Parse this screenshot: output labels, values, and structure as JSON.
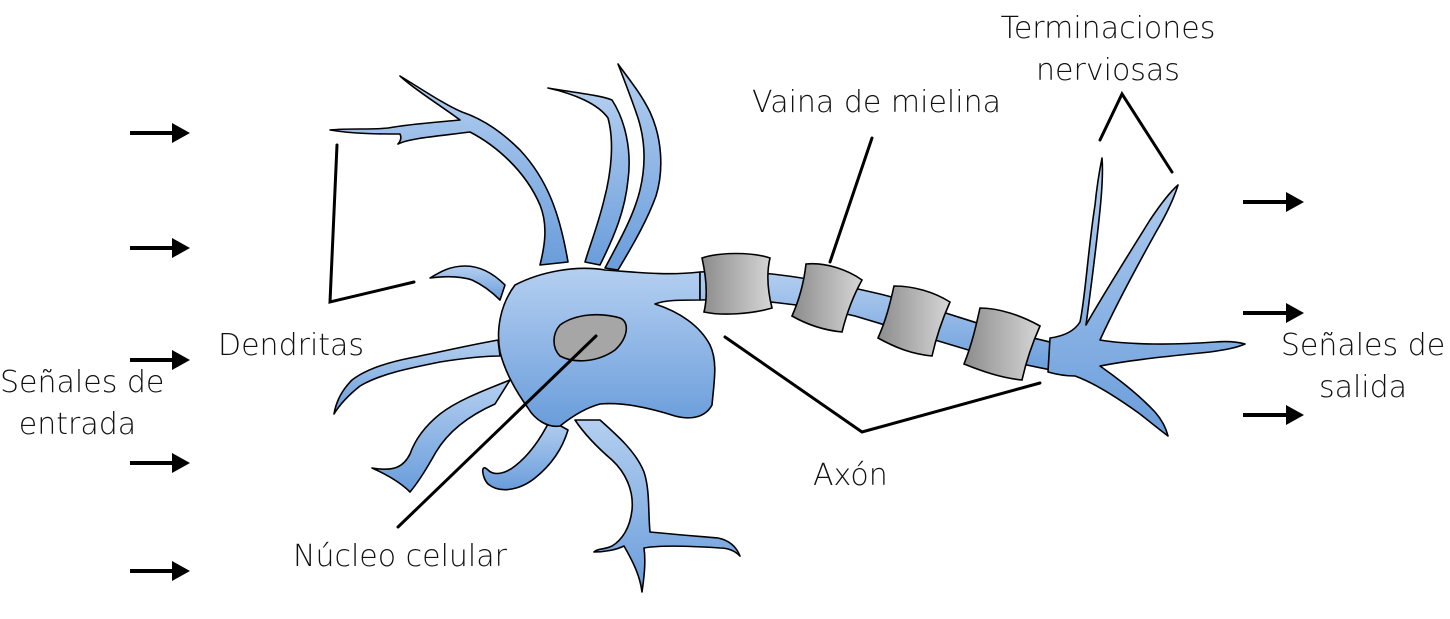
{
  "labels": {
    "input_signals": [
      "Señales de",
      "entrada"
    ],
    "output_signals": [
      "Señales de",
      "salida"
    ],
    "dendrites": "Dendritas",
    "nucleus": "Núcleo celular",
    "axon": "Axón",
    "myelin": "Vaina de mielina",
    "terminals": [
      "Terminaciones",
      "nerviosas"
    ]
  },
  "colors": {
    "cell_fill_light": "#a9c8ec",
    "cell_fill_dark": "#6d9fdc",
    "cell_stroke": "#000000",
    "myelin_light": "#cfcfcf",
    "myelin_dark": "#8a8a8a",
    "nucleus_fill": "#a6a6a6",
    "text": "#111111"
  },
  "input_arrow_count": 5,
  "output_arrow_count": 3,
  "myelin_segment_count": 4
}
